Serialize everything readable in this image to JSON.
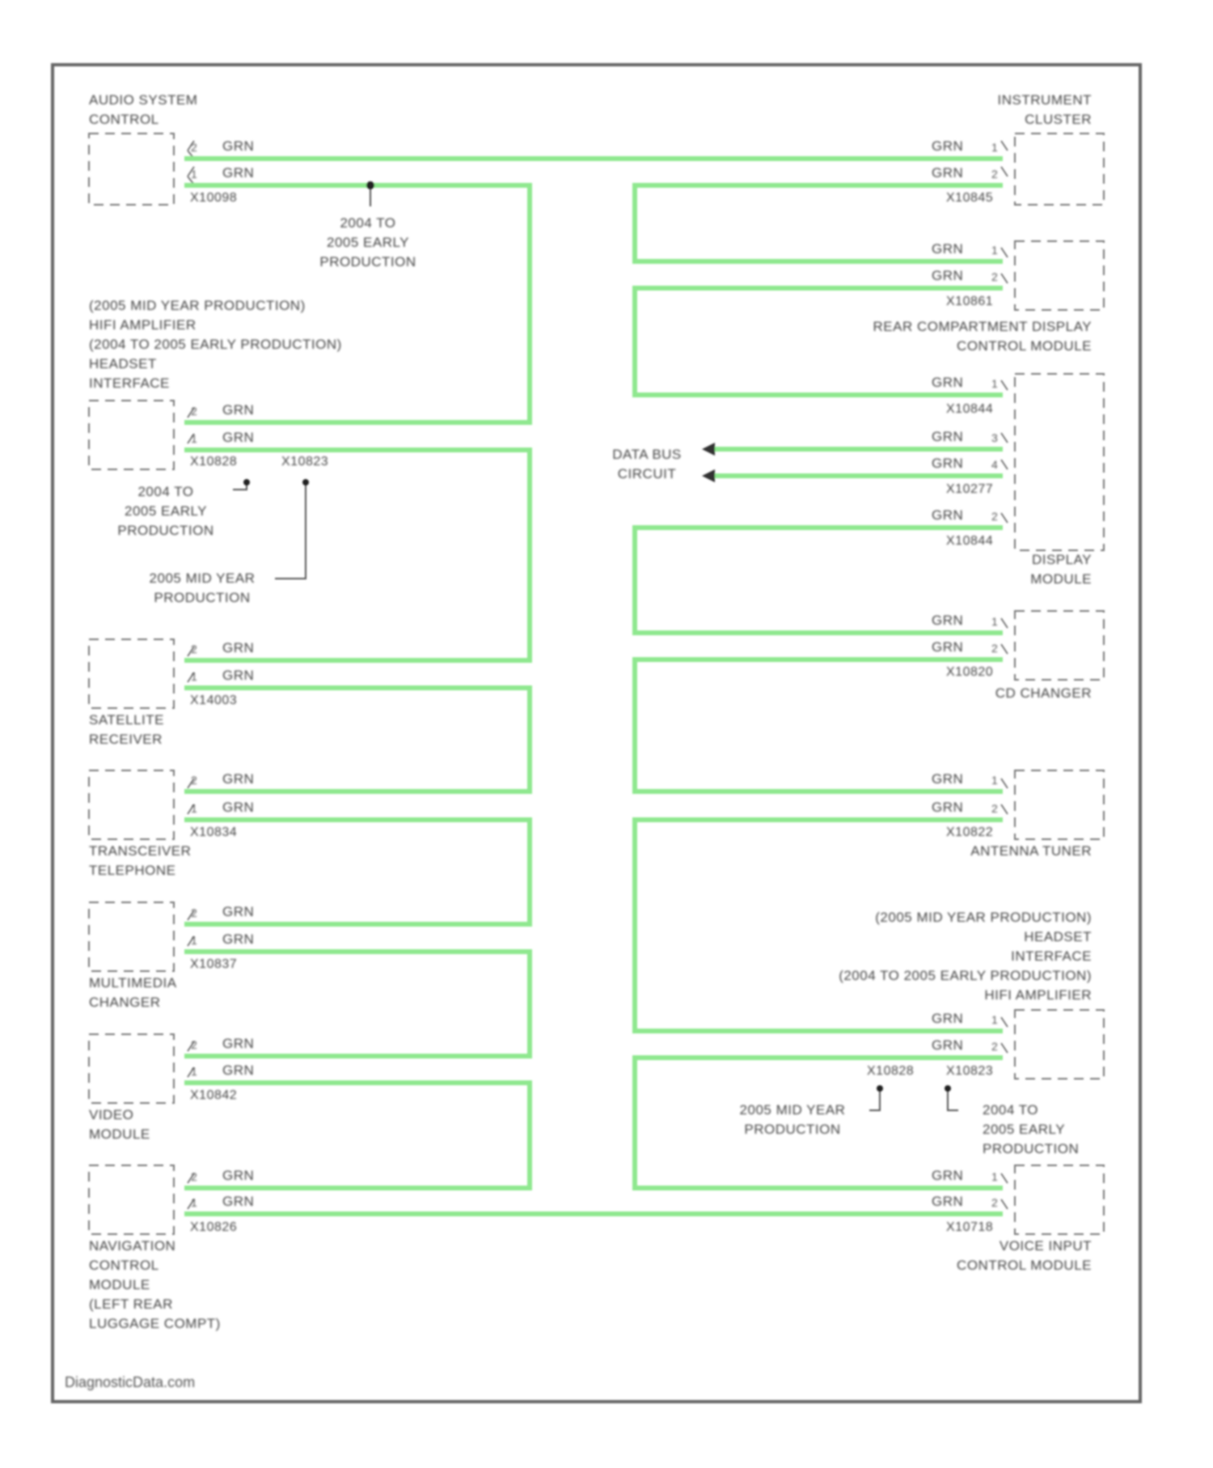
{
  "wire_color": "#8fe88f",
  "wire_label": "GRN",
  "watermark": "DiagnosticData.com",
  "modules": [
    {
      "id": "audio",
      "lines": [
        "AUDIO SYSTEM",
        "CONTROL"
      ]
    },
    {
      "id": "cluster",
      "lines": [
        "INSTRUMENT",
        "CLUSTER"
      ]
    },
    {
      "id": "rear_display",
      "lines": [
        "REAR COMPARTMENT DISPLAY",
        "CONTROL MODULE"
      ]
    },
    {
      "id": "hifi_headset",
      "lines": [
        "(2005 MID YEAR PRODUCTION)",
        "HIFI AMPLIFIER",
        "(2004 TO 2005 EARLY PRODUCTION)",
        "HEADSET",
        "INTERFACE"
      ]
    },
    {
      "id": "display",
      "lines": [
        "DISPLAY",
        "MODULE"
      ]
    },
    {
      "id": "satellite",
      "lines": [
        "SATELLITE",
        "RECEIVER"
      ]
    },
    {
      "id": "cd_changer",
      "lines": [
        "CD CHANGER"
      ]
    },
    {
      "id": "telephone",
      "lines": [
        "TRANSCEIVER",
        "TELEPHONE"
      ]
    },
    {
      "id": "antenna",
      "lines": [
        "ANTENNA TUNER"
      ]
    },
    {
      "id": "multimedia",
      "lines": [
        "MULTIMEDIA",
        "CHANGER"
      ]
    },
    {
      "id": "headset_hifi",
      "lines": [
        "(2005 MID YEAR PRODUCTION)",
        "HEADSET",
        "INTERFACE",
        "(2004 TO 2005 EARLY PRODUCTION)",
        "HIFI AMPLIFIER"
      ]
    },
    {
      "id": "video",
      "lines": [
        "VIDEO",
        "MODULE"
      ]
    },
    {
      "id": "navigation",
      "lines": [
        "NAVIGATION",
        "CONTROL",
        "MODULE",
        "(LEFT REAR",
        "LUGGAGE COMPT)"
      ]
    },
    {
      "id": "voice",
      "lines": [
        "VOICE INPUT",
        "CONTROL MODULE"
      ]
    }
  ],
  "connectors": {
    "audio": "X10098",
    "cluster": "X10845",
    "rear_display": "X10861",
    "hifi_a": "X10828",
    "hifi_b": "X10823",
    "display_a": "X10844",
    "display_b": "X10277",
    "display_c": "X10844",
    "satellite": "X14003",
    "cd_changer": "X10820",
    "telephone": "X10834",
    "antenna": "X10822",
    "multimedia": "X10837",
    "headset_a": "X10828",
    "headset_b": "X10823",
    "video": "X10842",
    "navigation": "X10826",
    "voice": "X10718"
  },
  "notes": {
    "early_1": [
      "2004 TO",
      "2005 EARLY",
      "PRODUCTION"
    ],
    "early_2": [
      "2004 TO",
      "2005 EARLY",
      "PRODUCTION"
    ],
    "mid_1": [
      "2005 MID YEAR",
      "PRODUCTION"
    ],
    "mid_2": [
      "2005 MID YEAR",
      "PRODUCTION"
    ],
    "early_3": [
      "2004 TO",
      "2005 EARLY",
      "PRODUCTION"
    ],
    "data_bus": [
      "DATA BUS",
      "CIRCUIT"
    ]
  },
  "pins": {
    "one": "1",
    "two": "2",
    "three": "3",
    "four": "4"
  }
}
